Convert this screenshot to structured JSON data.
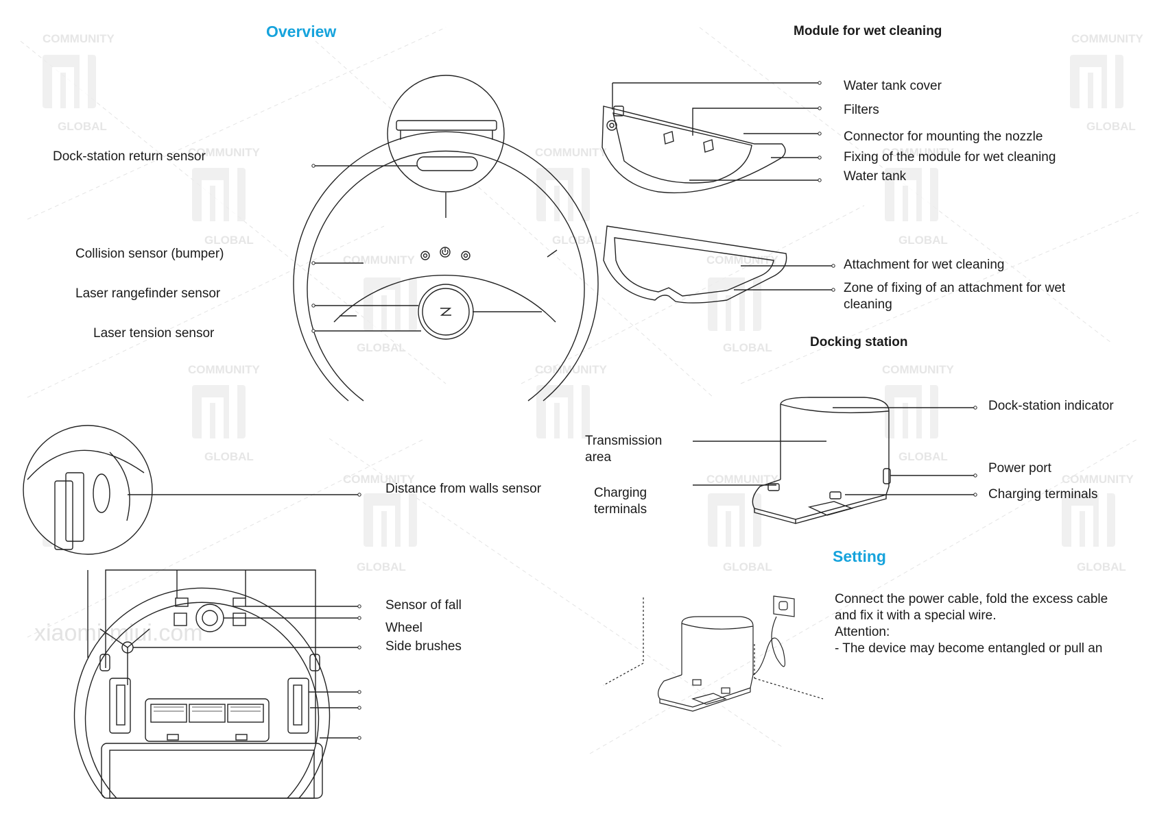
{
  "colors": {
    "accent": "#16a3dc",
    "text": "#1a1a1a",
    "line": "#222222",
    "watermark": "#ececec"
  },
  "watermark": {
    "brand_top": "COMMUNITY",
    "brand_bottom": "GLOBAL",
    "side": "xiaomi-miui.com"
  },
  "overview": {
    "heading": "Overview",
    "labels": {
      "dock_return": "Dock-station return sensor",
      "collision": "Collision sensor (bumper)",
      "laser_range": "Laser rangefinder sensor",
      "laser_tension": "Laser tension sensor",
      "wall_distance": "Distance from walls sensor",
      "fall": "Sensor of fall",
      "wheel": "Wheel",
      "side_brushes": "Side brushes"
    }
  },
  "wet_module": {
    "heading": "Module for wet cleaning",
    "labels": {
      "tank_cover": "Water tank cover",
      "filters": "Filters",
      "nozzle_connector": "Connector for mounting the nozzle",
      "module_fixing": "Fixing of the module for wet cleaning",
      "water_tank": "Water tank",
      "attachment": "Attachment for wet cleaning",
      "zone_line1": "Zone of fixing of an attachment for wet",
      "zone_line2": "cleaning"
    }
  },
  "docking": {
    "heading": "Docking station",
    "labels": {
      "indicator": "Dock-station indicator",
      "transmission_1": "Transmission",
      "transmission_2": "area",
      "charging_left_1": "Charging",
      "charging_left_2": "terminals",
      "power_port": "Power port",
      "charging_terminals": "Charging terminals"
    }
  },
  "setting": {
    "heading": "Setting",
    "lines": [
      "Connect the power cable, fold the excess cable",
      "and fix it with a special wire.",
      "Attention:",
      "- The device may become entangled or pull an"
    ]
  }
}
